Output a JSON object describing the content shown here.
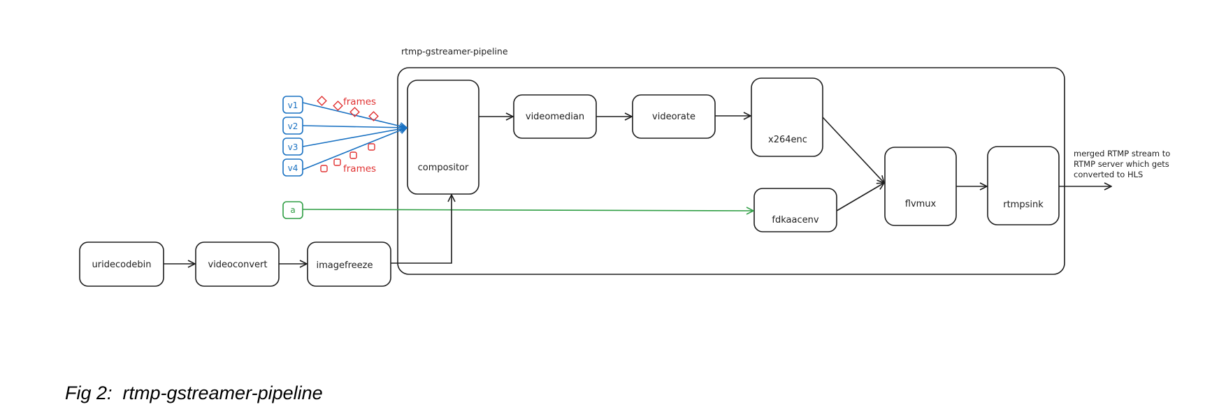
{
  "diagram": {
    "container_label": "rtmp-gstreamer-pipeline",
    "nodes": {
      "compositor": "compositor",
      "videomedian": "videomedian",
      "videorate": "videorate",
      "x264enc": "x264enc",
      "fdkaacenv": "fdkaacenv",
      "flvmux": "flvmux",
      "rtmpsink": "rtmpsink",
      "uridecodebin": "uridecodebin",
      "videoconvert": "videoconvert",
      "imagefreeze": "imagefreeze"
    },
    "inputs": {
      "v1": "v1",
      "v2": "v2",
      "v3": "v3",
      "v4": "v4",
      "a": "a"
    },
    "frames_label_top": "frames",
    "frames_label_bottom": "frames",
    "output_note": [
      "merged RTMP stream to",
      "RTMP server which gets",
      "converted to HLS"
    ],
    "colors": {
      "video": "#1971c2",
      "audio": "#2f9e44",
      "frames": "#e03131",
      "stroke": "#1e1e1e"
    }
  },
  "caption": "Fig 2:  rtmp-gstreamer-pipeline"
}
